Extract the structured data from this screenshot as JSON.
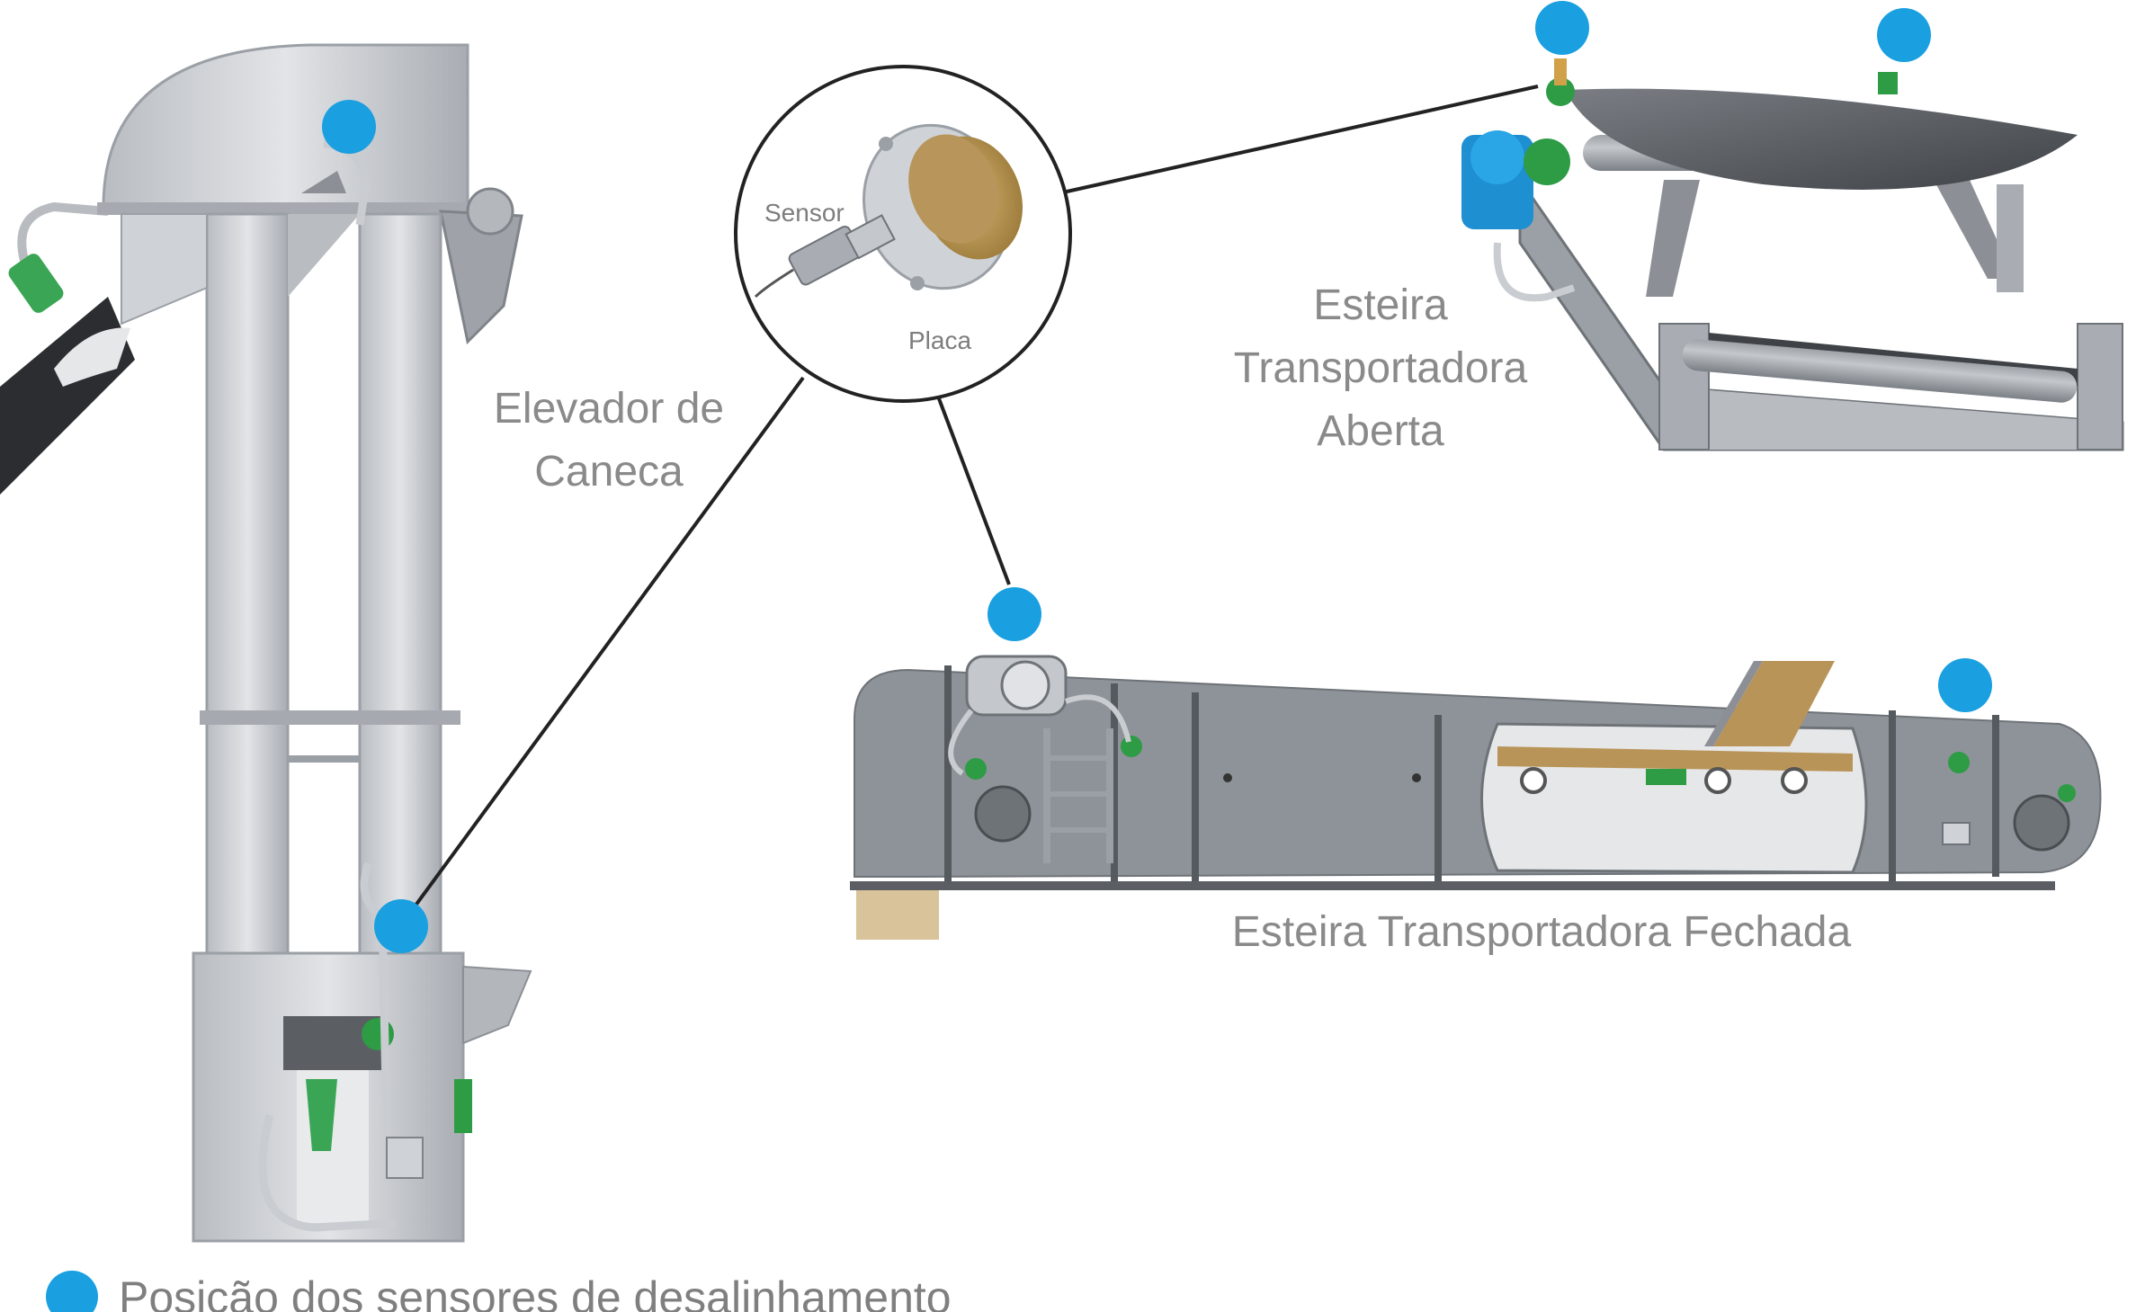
{
  "labels": {
    "bucket_elevator": [
      "Elevador de",
      "Caneca"
    ],
    "open_conveyor": [
      "Esteira",
      "Transportadora",
      "Aberta"
    ],
    "closed_conveyor": "Esteira Transportadora Fechada",
    "sensor": "Sensor",
    "plate": "Placa"
  },
  "legend": {
    "text": "Posição dos sensores de desalinhamento"
  },
  "colors": {
    "sensor_dot": "#1a9fe0",
    "metal": "#c9ccd0",
    "metal_dark": "#8c9096",
    "steel": "#5f6368",
    "green": "#2e9b45",
    "grain": "#c8a46b",
    "label": "#8a8a8a"
  },
  "icons": [
    "sensor-position-dot-icon",
    "magnifier-callout-icon"
  ]
}
